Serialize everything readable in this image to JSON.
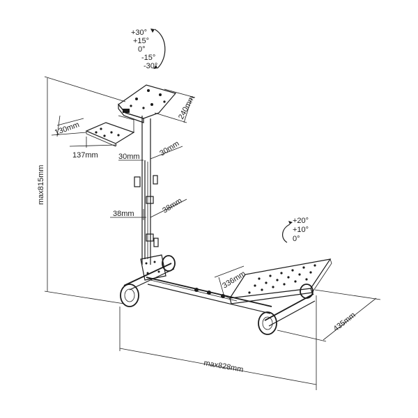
{
  "diagram": {
    "steering_tilt": {
      "values": [
        "+30°",
        "+15°",
        "0°",
        "-15°",
        "-30°"
      ]
    },
    "pedal_tilt": {
      "values": [
        "+20°",
        "+10°",
        "0°"
      ]
    },
    "dimensions": {
      "upper_plate_depth": "240mm",
      "side_plate_width": "130mm",
      "side_plate_length": "137mm",
      "mast_width_left": "30mm",
      "mast_width_right": "30mm",
      "lower_mast_left": "38mm",
      "lower_mast_right": "38mm",
      "max_height": "max815mm",
      "pedal_width": "336mm",
      "base_depth": "435mm",
      "max_length": "max828mm"
    }
  }
}
